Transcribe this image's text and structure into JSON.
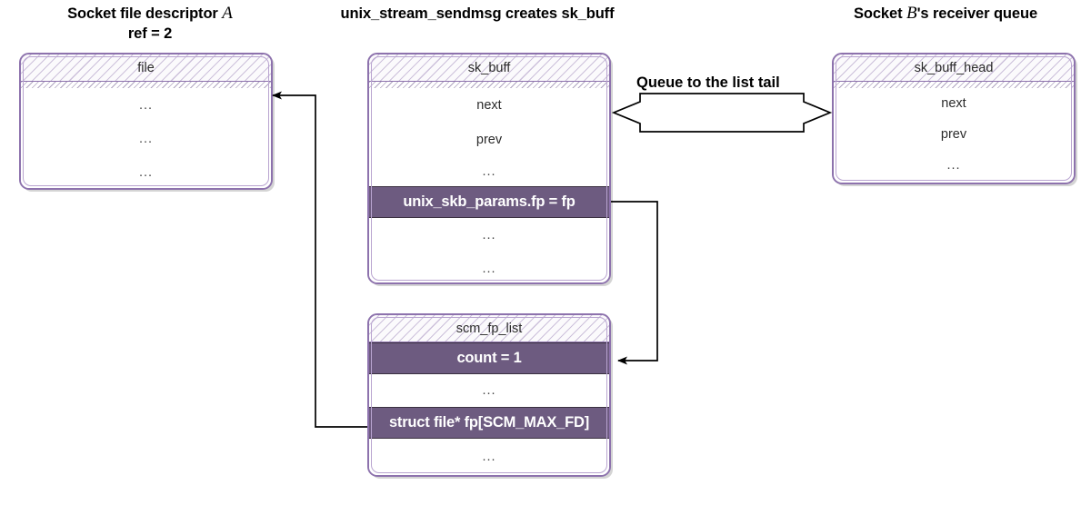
{
  "titles": {
    "left": {
      "line1_pre": "Socket file descriptor ",
      "line1_var": "A",
      "line2": "ref = 2"
    },
    "middle": {
      "text": "unix_stream_sendmsg creates sk_buff"
    },
    "right": {
      "pre": "Socket ",
      "var": "B",
      "post": "'s receiver queue"
    }
  },
  "colors": {
    "border": "#8d72ad",
    "border_inner": "#b9a4d0",
    "fill_highlight": "#6d5b80",
    "text": "#2b2b2b",
    "connector": "#000000"
  },
  "boxes": [
    {
      "id": "file",
      "header": "file",
      "rows": [
        {
          "label": "...",
          "style": "plain"
        },
        {
          "label": "...",
          "style": "plain"
        },
        {
          "label": "...",
          "style": "plain"
        }
      ]
    },
    {
      "id": "sk_buff",
      "header": "sk_buff",
      "rows": [
        {
          "label": "next",
          "style": "plain"
        },
        {
          "label": "prev",
          "style": "plain"
        },
        {
          "label": "...",
          "style": "plain"
        },
        {
          "label": "unix_skb_params.fp = fp",
          "style": "filled"
        },
        {
          "label": "...",
          "style": "plain"
        },
        {
          "label": "...",
          "style": "plain"
        }
      ]
    },
    {
      "id": "scm_fp_list",
      "header": "scm_fp_list",
      "rows": [
        {
          "label": "count = 1",
          "style": "filled"
        },
        {
          "label": "...",
          "style": "plain"
        },
        {
          "label": "struct file* fp[SCM_MAX_FD]",
          "style": "filled"
        },
        {
          "label": "...",
          "style": "plain"
        }
      ]
    },
    {
      "id": "sk_buff_head",
      "header": "sk_buff_head",
      "rows": [
        {
          "label": "next",
          "style": "plain"
        },
        {
          "label": "prev",
          "style": "plain"
        },
        {
          "label": "...",
          "style": "plain"
        }
      ]
    }
  ],
  "connectors": {
    "queue_label": "Queue to the list tail"
  }
}
